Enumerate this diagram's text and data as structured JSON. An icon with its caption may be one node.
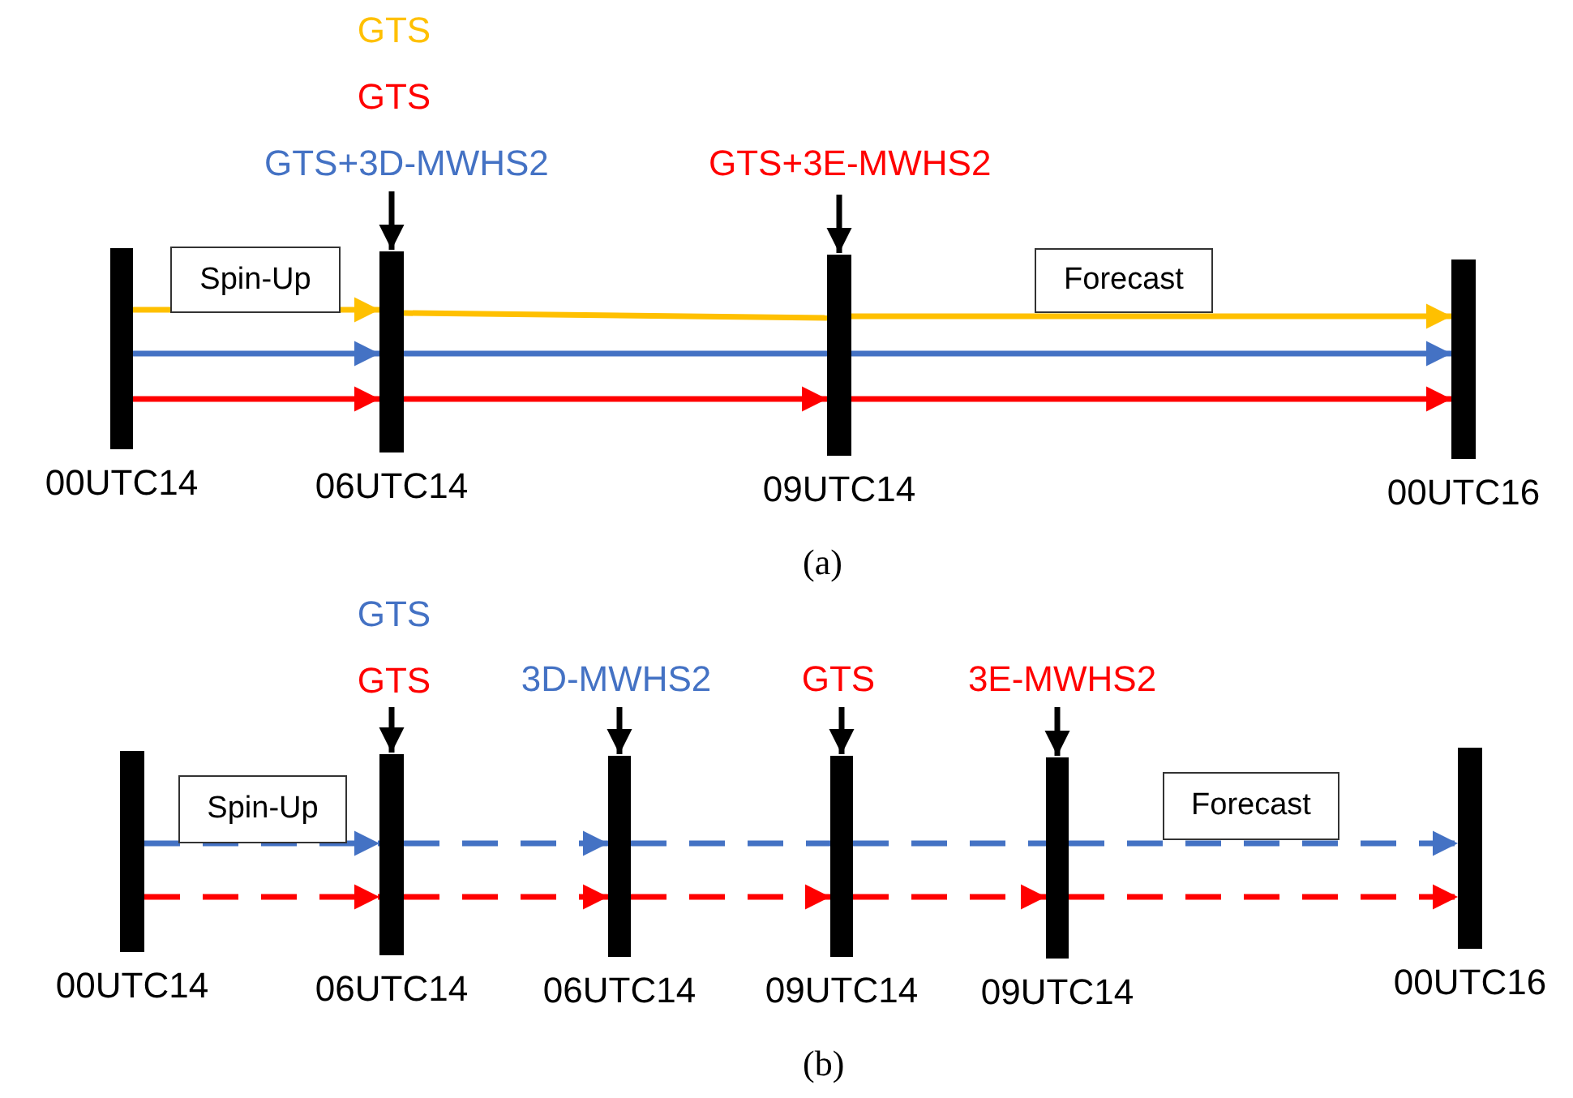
{
  "diagram": {
    "nodes": [
      {
        "text": [
          "GTS",
          "GTS",
          "GTS+3D-MWHS2"
        ]
      },
      {
        "text": [
          "GTS+3E-MWHS2"
        ]
      },
      {
        "text": [
          "Spin-Up"
        ]
      },
      {
        "text": [
          "Forecast"
        ]
      },
      {
        "text": [],
        "shape": "bar",
        "beside": [
          "00UTC14"
        ]
      },
      {
        "text": [],
        "shape": "bar",
        "beside": [
          "06UTC14"
        ]
      },
      {
        "text": [],
        "shape": "bar",
        "beside": [
          "09UTC14"
        ]
      },
      {
        "text": [],
        "shape": "bar",
        "beside": [
          "00UTC16"
        ]
      },
      {
        "text": [
          "GTS",
          "GTS"
        ]
      },
      {
        "text": [
          "3D-MWHS2"
        ]
      },
      {
        "text": [
          "GTS"
        ]
      },
      {
        "text": [
          "3E-MWHS2"
        ]
      },
      {
        "text": [
          "Spin-Up"
        ]
      },
      {
        "text": [
          "Forecast"
        ]
      },
      {
        "text": [],
        "shape": "bar",
        "beside": [
          "00UTC14"
        ]
      },
      {
        "text": [],
        "shape": "bar",
        "beside": [
          "06UTC14"
        ]
      },
      {
        "text": [],
        "shape": "bar",
        "beside": [
          "06UTC14"
        ]
      },
      {
        "text": [],
        "shape": "bar",
        "beside": [
          "09UTC14"
        ]
      },
      {
        "text": [],
        "shape": "bar",
        "beside": [
          "09UTC14"
        ]
      },
      {
        "text": [],
        "shape": "bar",
        "beside": [
          "00UTC16"
        ]
      }
    ],
    "edges": [
      {
        "from": 0,
        "to": 5,
        "arrow": "to",
        "color": "#000000"
      },
      {
        "from": 1,
        "to": 6,
        "arrow": "to",
        "color": "#000000"
      },
      {
        "from": 4,
        "to": 5,
        "arrow": "to",
        "color": "#ffc000"
      },
      {
        "from": 4,
        "to": 5,
        "arrow": "to",
        "color": "#4472c4"
      },
      {
        "from": 4,
        "to": 5,
        "arrow": "to",
        "color": "#ff0000"
      },
      {
        "from": 5,
        "to": 6,
        "arrow": "none",
        "color": "#ffc000"
      },
      {
        "from": 5,
        "to": 6,
        "arrow": "none",
        "color": "#4472c4"
      },
      {
        "from": 5,
        "to": 6,
        "arrow": "to",
        "color": "#ff0000"
      },
      {
        "from": 6,
        "to": 7,
        "arrow": "to",
        "color": "#ffc000"
      },
      {
        "from": 6,
        "to": 7,
        "arrow": "to",
        "color": "#4472c4"
      },
      {
        "from": 6,
        "to": 7,
        "arrow": "to",
        "color": "#ff0000"
      },
      {
        "from": 8,
        "to": 15,
        "arrow": "to",
        "color": "#000000"
      },
      {
        "from": 9,
        "to": 16,
        "arrow": "to",
        "color": "#000000"
      },
      {
        "from": 10,
        "to": 17,
        "arrow": "to",
        "color": "#000000"
      },
      {
        "from": 11,
        "to": 18,
        "arrow": "to",
        "color": "#000000"
      },
      {
        "from": 14,
        "to": 15,
        "arrow": "to",
        "style": "dashed",
        "color": "#4472c4"
      },
      {
        "from": 14,
        "to": 15,
        "arrow": "to",
        "style": "dashed",
        "color": "#ff0000"
      },
      {
        "from": 15,
        "to": 16,
        "arrow": "to",
        "style": "dashed",
        "color": "#4472c4"
      },
      {
        "from": 15,
        "to": 16,
        "arrow": "to",
        "style": "dashed",
        "color": "#ff0000"
      },
      {
        "from": 16,
        "to": 17,
        "arrow": "none",
        "style": "dashed",
        "color": "#4472c4"
      },
      {
        "from": 16,
        "to": 17,
        "arrow": "to",
        "style": "dashed",
        "color": "#ff0000"
      },
      {
        "from": 17,
        "to": 18,
        "arrow": "none",
        "style": "dashed",
        "color": "#4472c4"
      },
      {
        "from": 17,
        "to": 18,
        "arrow": "to",
        "style": "dashed",
        "color": "#ff0000"
      },
      {
        "from": 18,
        "to": 19,
        "arrow": "to",
        "style": "dashed",
        "color": "#4472c4"
      },
      {
        "from": 18,
        "to": 19,
        "arrow": "to",
        "style": "dashed",
        "color": "#ff0000"
      }
    ],
    "labels": [
      "(a)",
      "(b)"
    ]
  }
}
